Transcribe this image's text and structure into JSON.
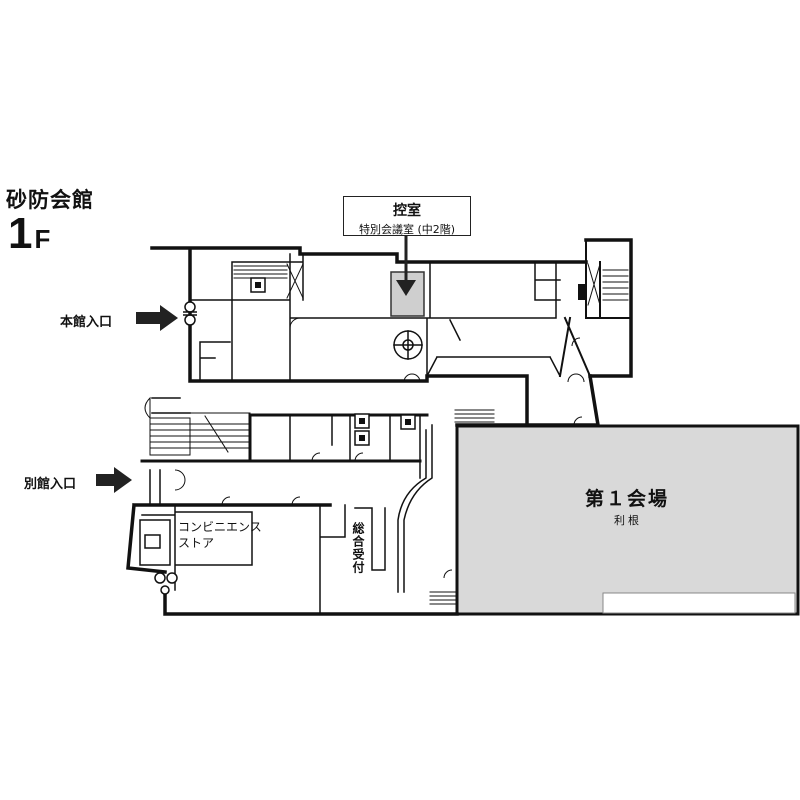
{
  "building_name": "砂防会館",
  "floor": {
    "number": "1",
    "unit": "F"
  },
  "entrances": {
    "main": "本館入口",
    "annex": "別館入口"
  },
  "callout": {
    "title": "控室",
    "subtitle": "特別会議室 (中2階)"
  },
  "rooms": {
    "convenience_line1": "コンビニエンス",
    "convenience_line2": "ストア",
    "reception": "総合受付",
    "hall_name": "第１会場",
    "hall_sub": "利根"
  },
  "colors": {
    "wall": "#111111",
    "hall_fill": "#d9d9d9",
    "callout_room_fill": "#cfcfcf",
    "arrow": "#222222"
  }
}
